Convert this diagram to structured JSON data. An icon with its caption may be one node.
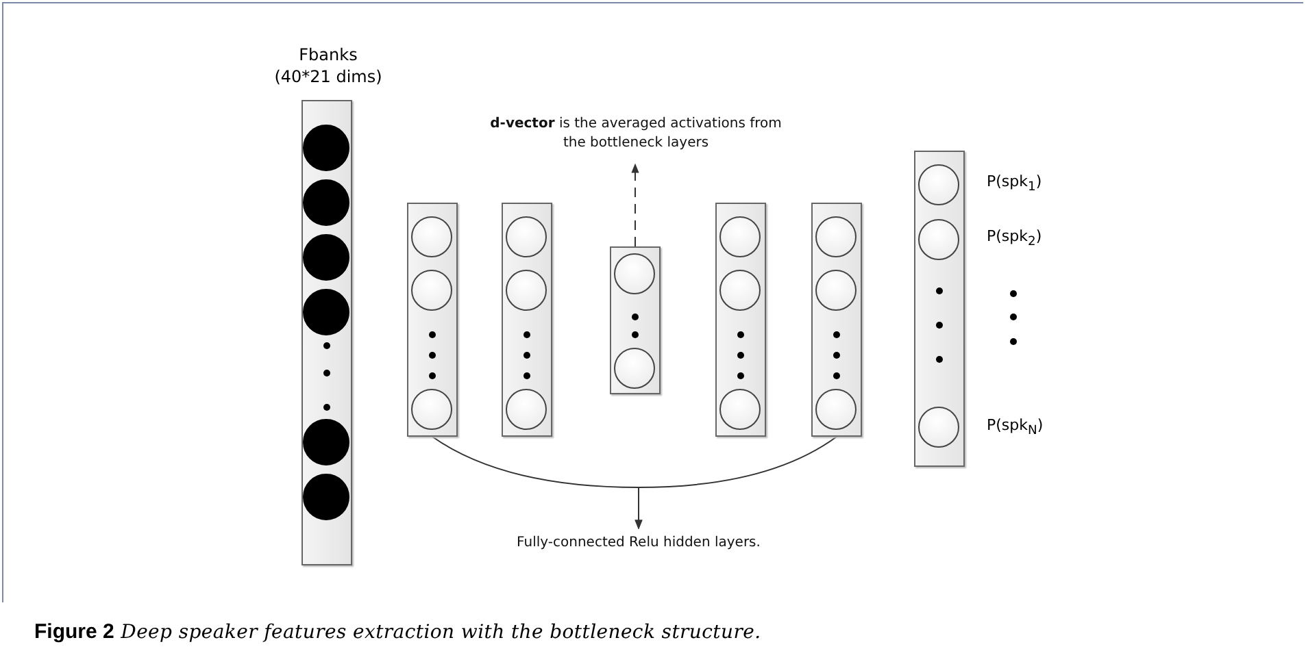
{
  "diagram": {
    "caption": "**Figure 2** *Deep speaker features extraction with the bottleneck structure.*",
    "nodes": [
      {
        "text": [
          "Fbanks (40*21 dims)"
        ]
      },
      {
        "text": [],
        "shape": "box"
      },
      {
        "text": [],
        "shape": "box"
      },
      {
        "text": [],
        "shape": "box"
      },
      {
        "text": [],
        "shape": "box"
      },
      {
        "text": [],
        "shape": "box"
      },
      {
        "text": [],
        "shape": "box",
        "beside": [
          "P(spk$_{1}$)",
          "P(spk$_{2}$)",
          "P(spk$_{N}$)"
        ]
      },
      {
        "text": [
          "**d-vector** is the averaged activations from the bottleneck layers"
        ]
      },
      {
        "text": [
          "Fully-connected Relu hidden layers."
        ]
      }
    ],
    "edges": [
      {
        "from": 3,
        "to": 7,
        "arrow": "to",
        "style": "dashed"
      },
      {
        "from": 1,
        "to": 8,
        "arrow": "to"
      },
      {
        "from": 5,
        "to": 8,
        "arrow": "to"
      }
    ]
  }
}
